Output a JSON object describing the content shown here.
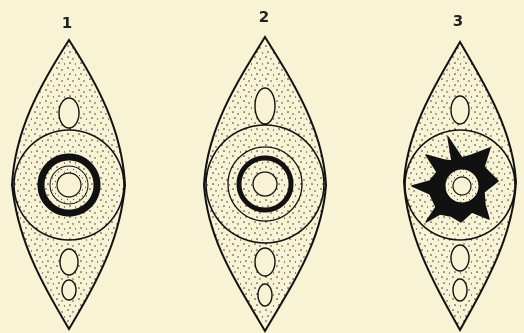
{
  "background_color": "#f8f3d4",
  "ink_color": "#111111",
  "figures": [
    {
      "label": "1",
      "variant": "thick-ring"
    },
    {
      "label": "2",
      "variant": "double-ring"
    },
    {
      "label": "3",
      "variant": "star-ring"
    }
  ]
}
